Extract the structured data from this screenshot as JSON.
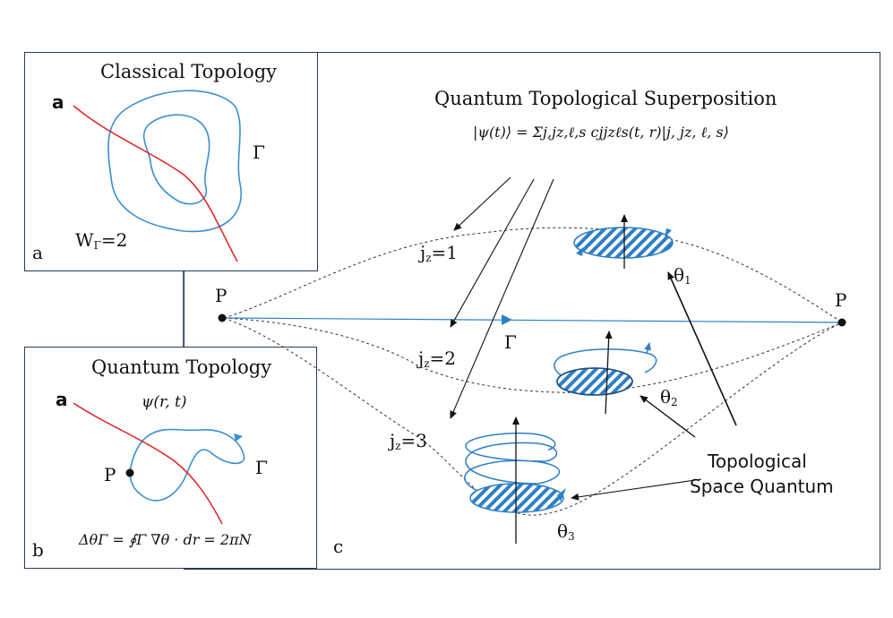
{
  "panel_a": {
    "title": "Classical Topology",
    "label_a": "a",
    "gamma": "Γ",
    "winding_base": "W",
    "winding_sub": "Γ",
    "winding_rest": "=2",
    "corner_label": "a",
    "colors": {
      "loop": "#3b8fd0",
      "line": "#e02020"
    }
  },
  "panel_b": {
    "title": "Quantum Topology",
    "label_a": "a",
    "psi": "ψ(r, t)",
    "point": "P",
    "gamma": "Γ",
    "equation": "ΔθΓ = ∮Γ ∇θ · dr = 2πN",
    "corner_label": "b"
  },
  "panel_c": {
    "title": "Quantum Topological Superposition",
    "state_equation": "|ψ(t)⟩ = Σj,jz,ℓ,s cjjzℓs(t, r)|j, jz, ℓ, s⟩",
    "left_point": "P",
    "right_point": "P",
    "gamma": "Γ",
    "jz_values": [
      {
        "base": "j",
        "sub": "z",
        "rest": "=1"
      },
      {
        "base": "j",
        "sub": "z",
        "rest": "=2"
      },
      {
        "base": "j",
        "sub": "z",
        "rest": "=3"
      }
    ],
    "thetas": [
      {
        "base": "θ",
        "sub": "1"
      },
      {
        "base": "θ",
        "sub": "2"
      },
      {
        "base": "θ",
        "sub": "3"
      }
    ],
    "tsq_label_line1": "Topological",
    "tsq_label_line2": "Space Quantum",
    "corner_label": "c",
    "colors": {
      "accent": "#2f7fc4",
      "stroke": "#111111"
    }
  }
}
